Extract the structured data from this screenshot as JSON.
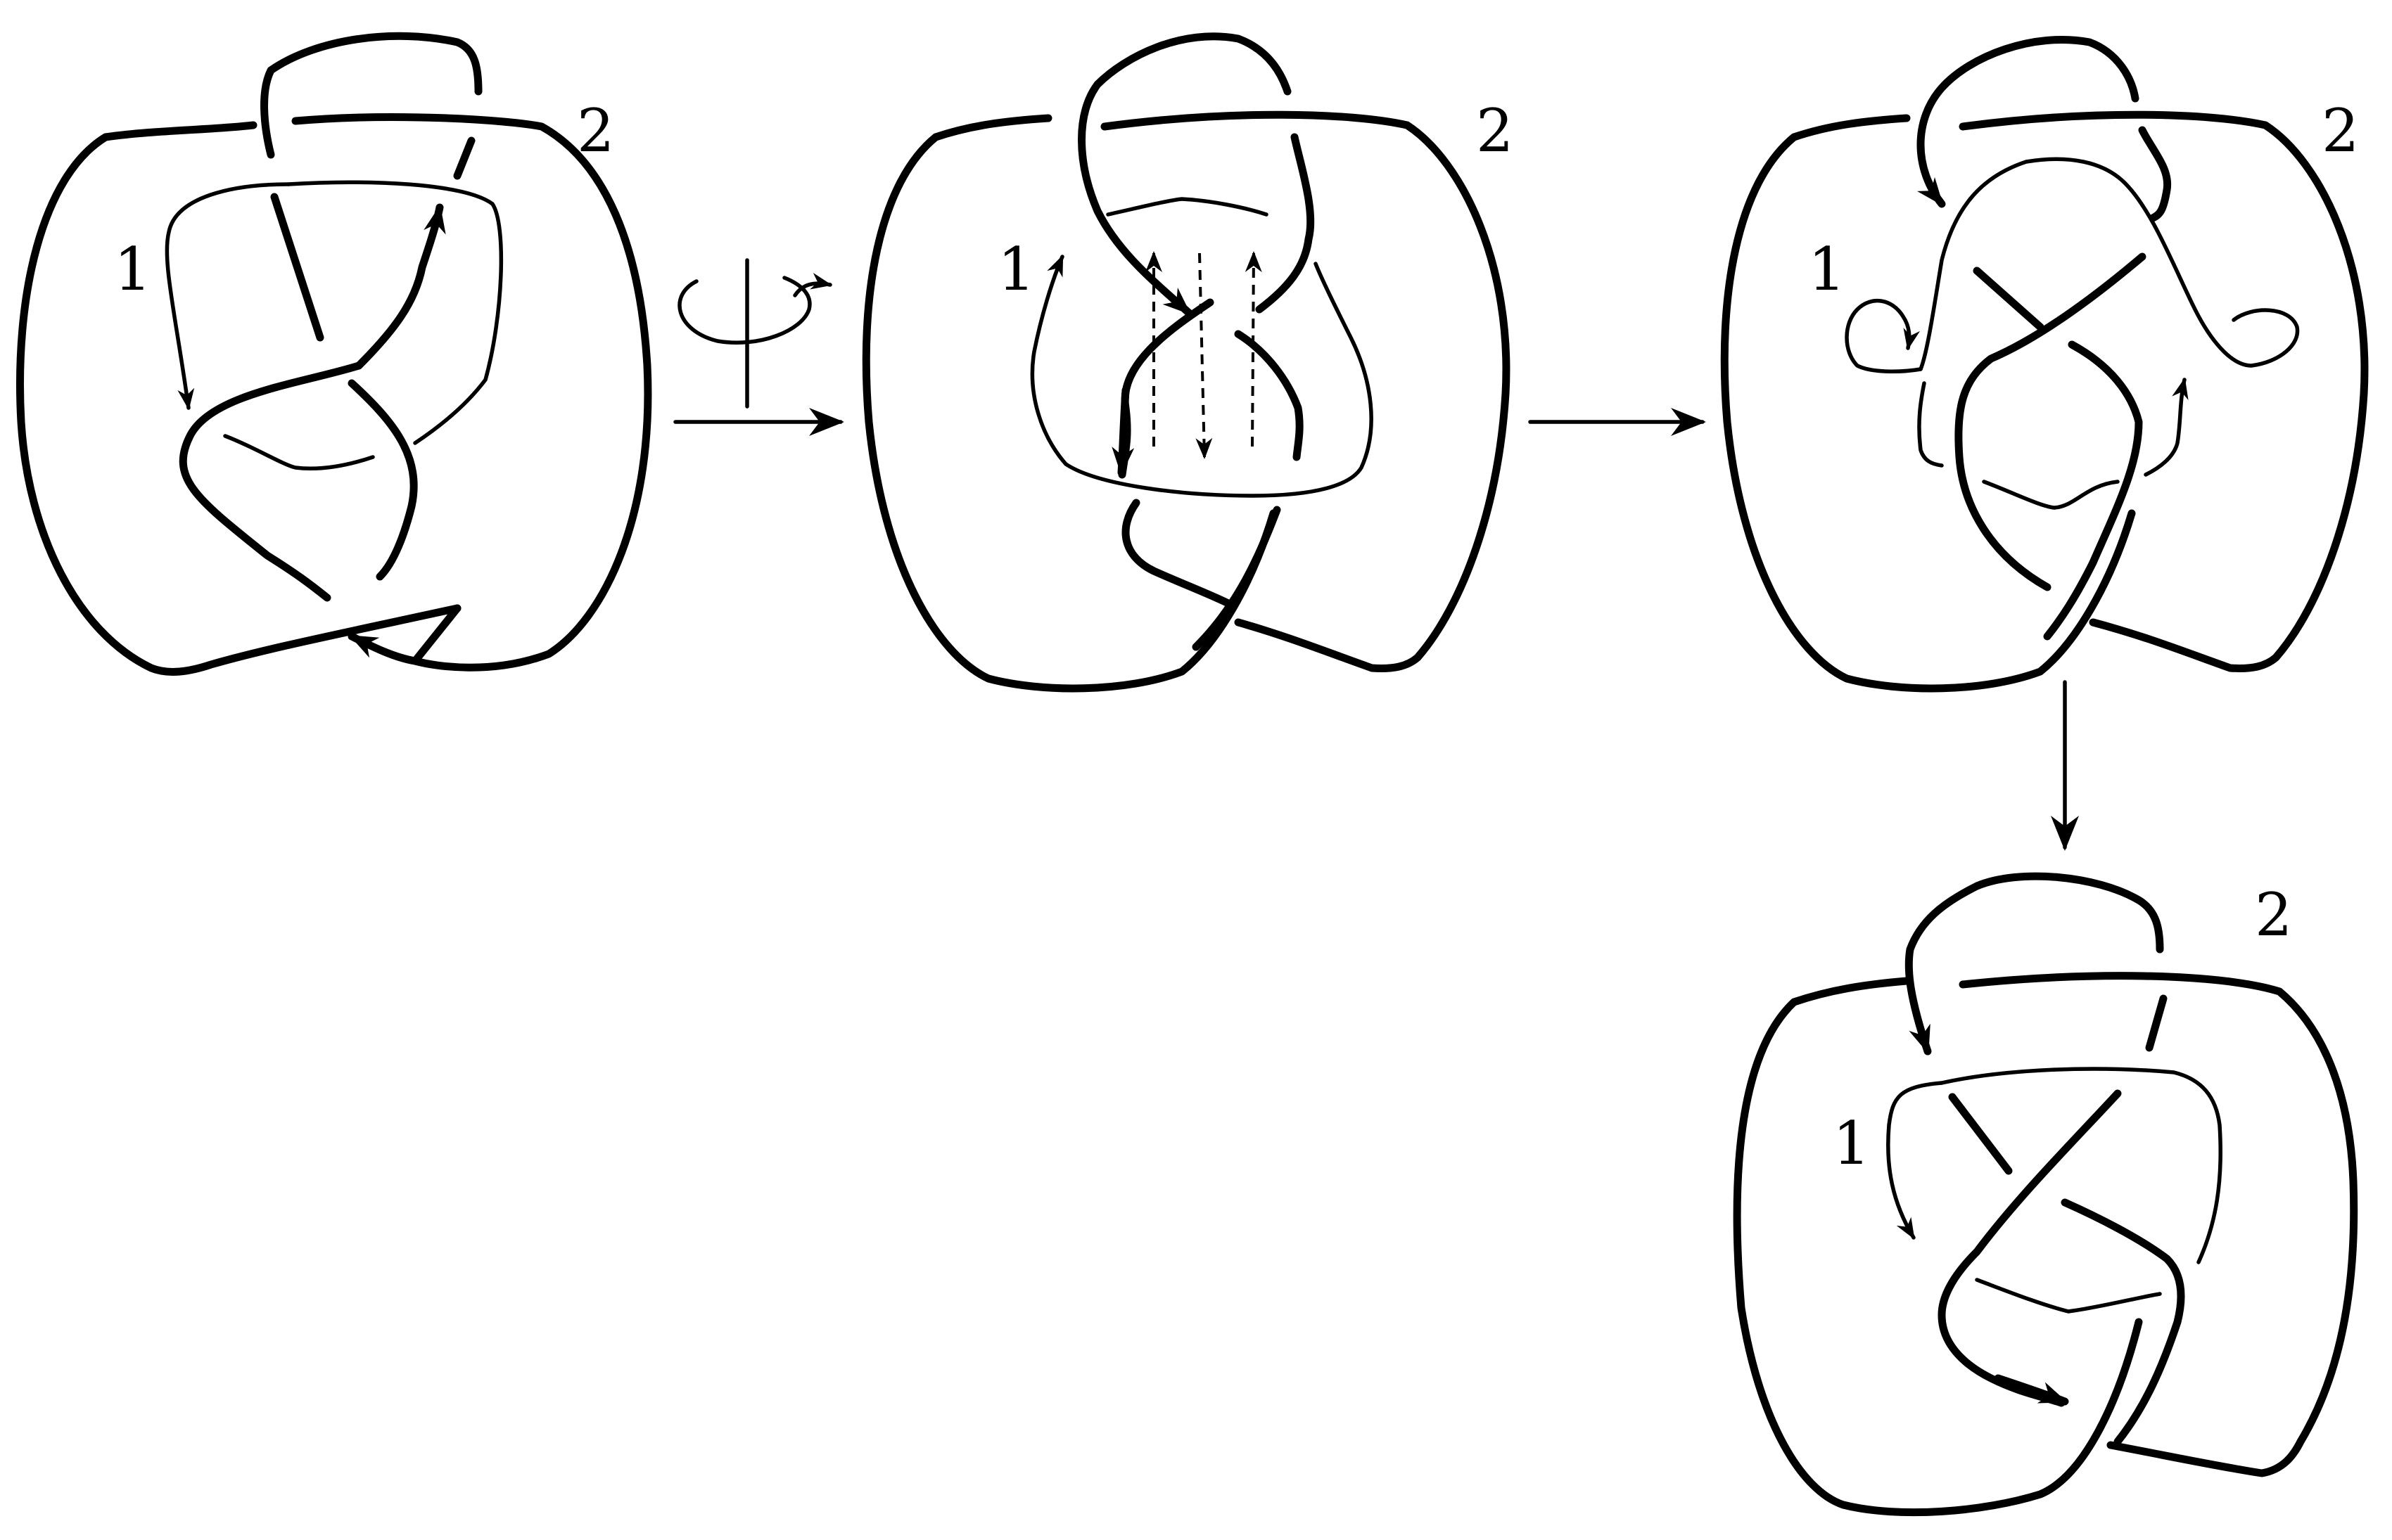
{
  "figure": {
    "components": [
      {
        "id": "1"
      },
      {
        "id": "2"
      }
    ],
    "operations": {
      "rotation_symbol": "ψ"
    },
    "colors": {
      "ink": "#000000",
      "background": "#ffffff"
    }
  }
}
